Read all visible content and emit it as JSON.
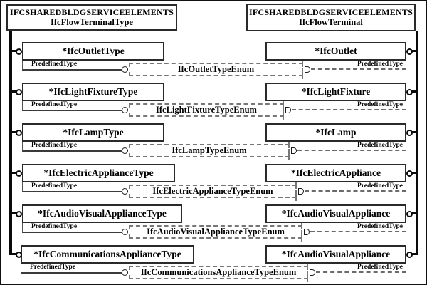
{
  "diagram": {
    "left_header": {
      "line1": "IFCSHAREDBLDGSERVICEELEMENTS",
      "line2": "IfcFlowTerminalType"
    },
    "right_header": {
      "line1": "IFCSHAREDBLDGSERVICEELEMENTS",
      "line2": "IfcFlowTerminal"
    },
    "attribute_label": "PredefinedType",
    "rows": [
      {
        "left": "*IfcOutletType",
        "enum": "IfcOutletTypeEnum",
        "right": "*IfcOutlet"
      },
      {
        "left": "*IfcLightFixtureType",
        "enum": "IfcLightFixtureTypeEnum",
        "right": "*IfcLightFixture"
      },
      {
        "left": "*IfcLampType",
        "enum": "IfcLampTypeEnum",
        "right": "*IfcLamp"
      },
      {
        "left": "*IfcElectricApplianceType",
        "enum": "IfcElectricApplianceTypeEnum",
        "right": "*IfcElectricAppliance"
      },
      {
        "left": "*IfcAudioVisualApplianceType",
        "enum": "IfcAudioVisualApplianceTypeEnum",
        "right": "*IfcAudioVisualAppliance"
      },
      {
        "left": "*IfcCommunicationsApplianceType",
        "enum": "IfcCommunicationsApplianceTypeEnum",
        "right": "*IfcAudioVisualAppliance"
      }
    ],
    "colors": {
      "background": "#ffffff",
      "solid_border": "#2a2a2a",
      "dashed_border": "#777777",
      "rail": "#0a0a0a",
      "text": "#000000"
    }
  }
}
